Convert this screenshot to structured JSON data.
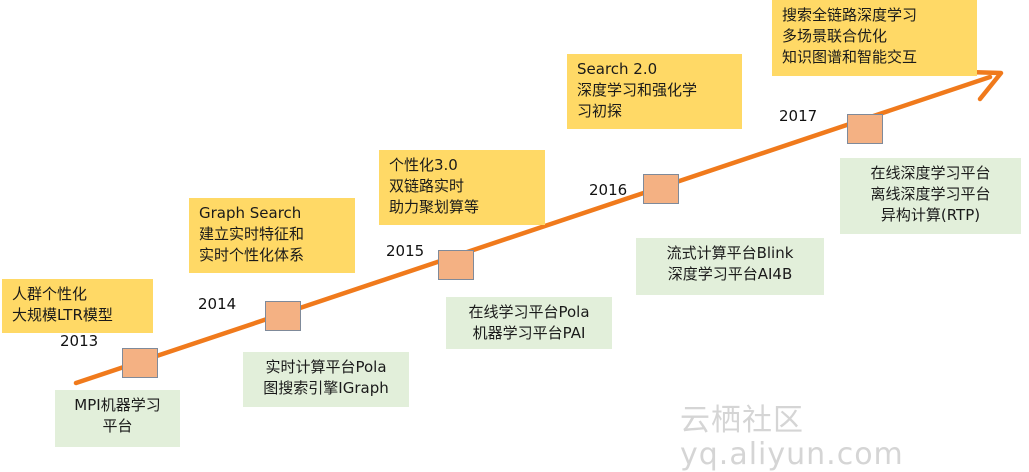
{
  "milestones": [
    {
      "year": "2013",
      "top_lines": [
        "人群个性化",
        "大规模LTR模型"
      ],
      "bottom_lines": [
        "MPI机器学习",
        "平台"
      ]
    },
    {
      "year": "2014",
      "top_lines": [
        "Graph Search",
        "建立实时特征和",
        "实时个性化体系"
      ],
      "bottom_lines": [
        "实时计算平台Pola",
        "图搜索引擎IGraph"
      ]
    },
    {
      "year": "2015",
      "top_lines": [
        "个性化3.0",
        "双链路实时",
        "助力聚划算等"
      ],
      "bottom_lines": [
        "在线学习平台Pola",
        "机器学习平台PAI"
      ]
    },
    {
      "year": "2016",
      "top_lines": [
        "Search 2.0",
        "深度学习和强化学",
        "习初探"
      ],
      "bottom_lines": [
        "流式计算平台Blink",
        "深度学习平台AI4B"
      ]
    },
    {
      "year": "2017",
      "top_lines": [
        "搜索全链路深度学习",
        "多场景联合优化",
        "知识图谱和智能交互"
      ],
      "bottom_lines": [
        "在线深度学习平台",
        "离线深度学习平台",
        "异构计算(RTP)"
      ]
    }
  ],
  "watermark": "云栖社区 yq.aliyun.com",
  "colors": {
    "arrow": "#f07a1c",
    "top_box": "#ffd966",
    "bottom_box": "#e2efda",
    "marker": "#f4b183"
  }
}
